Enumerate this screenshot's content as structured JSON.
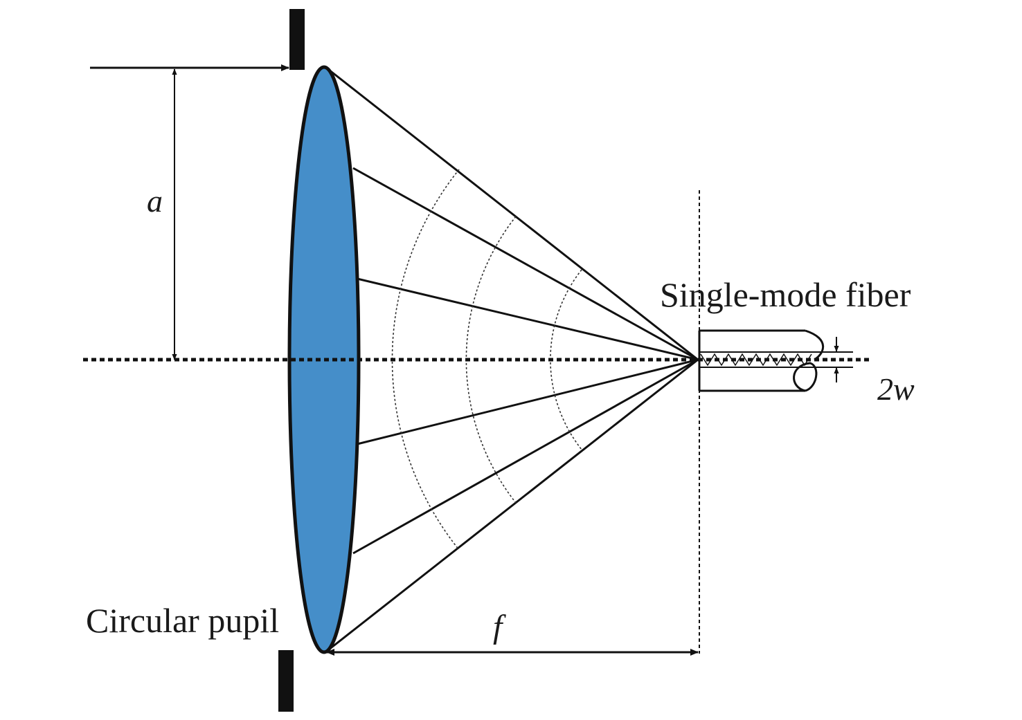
{
  "labels": {
    "pupil_radius": "a",
    "focal_length": "f",
    "fiber": "Single-mode fiber",
    "mode_diameter": "2w",
    "pupil": "Circular pupil"
  },
  "colors": {
    "lens_fill": "#458ec9",
    "stroke": "#111111",
    "background": "#ffffff"
  }
}
